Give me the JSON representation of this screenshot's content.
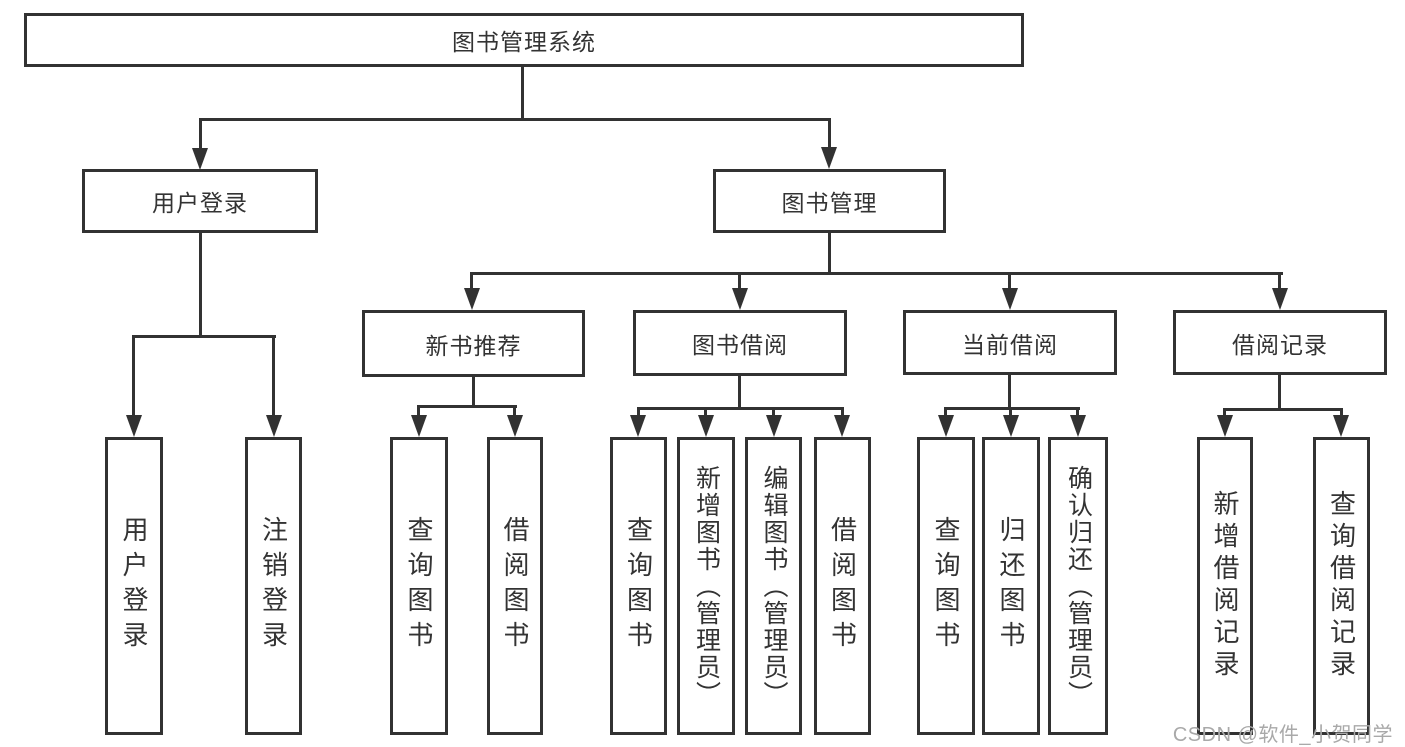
{
  "tree": {
    "root": "图书管理系统",
    "branches": [
      {
        "label": "用户登录",
        "children": [
          "用户登录",
          "注销登录"
        ]
      },
      {
        "label": "图书管理",
        "sections": [
          {
            "label": "新书推荐",
            "children": [
              "查询图书",
              "借阅图书"
            ]
          },
          {
            "label": "图书借阅",
            "children": [
              "查询图书",
              "新增图书（管理员）",
              "编辑图书（管理员）",
              "借阅图书"
            ]
          },
          {
            "label": "当前借阅",
            "children": [
              "查询图书",
              "归还图书",
              "确认归还（管理员）"
            ]
          },
          {
            "label": "借阅记录",
            "children": [
              "新增借阅记录",
              "查询借阅记录"
            ]
          }
        ]
      }
    ]
  },
  "watermark": {
    "text": "CSDN @软件_小贺同学"
  },
  "colors": {
    "line": "#323232",
    "box_border": "#323232",
    "box_fill": "#ffffff",
    "text": "#333333",
    "watermark": "#a9a9a9",
    "background": "#ffffff"
  }
}
